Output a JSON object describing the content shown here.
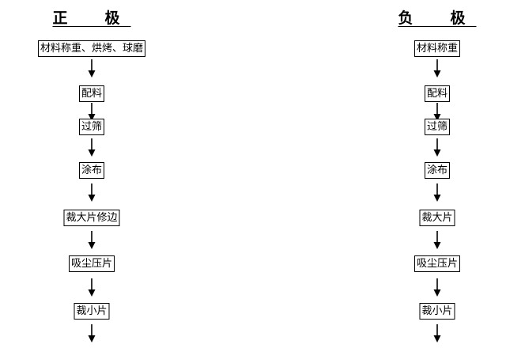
{
  "columns": [
    {
      "heading": "正　极",
      "steps": [
        "材料称重、烘烤、球磨",
        "配料",
        "过筛",
        "涂布",
        "裁大片修边",
        "吸尘压片",
        "裁小片"
      ]
    },
    {
      "heading": "负　极",
      "steps": [
        "材料称重",
        "配料",
        "过筛",
        "涂布",
        "裁大片",
        "吸尘压片",
        "裁小片"
      ]
    }
  ]
}
